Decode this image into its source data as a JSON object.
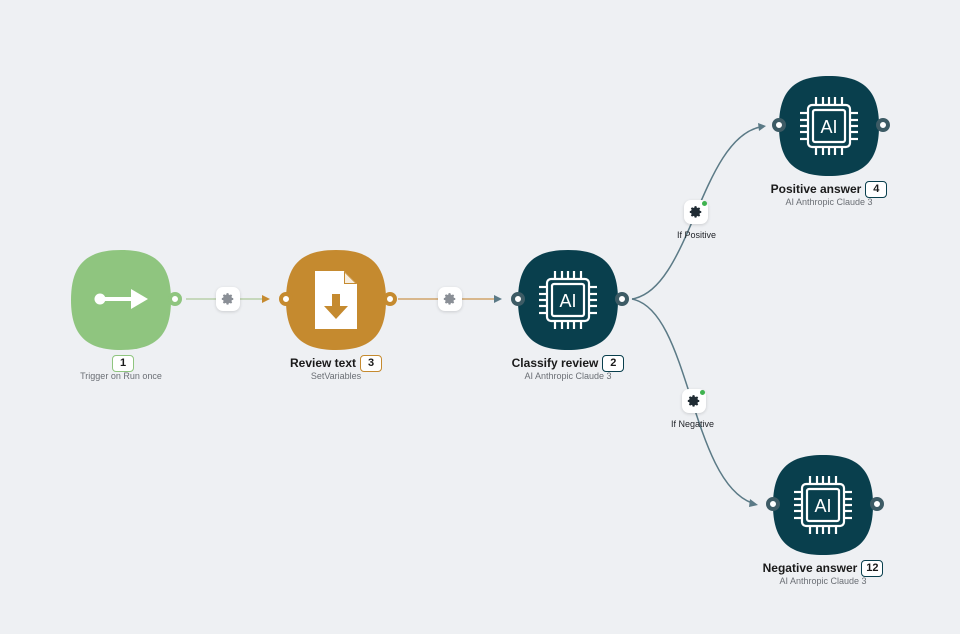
{
  "nodes": {
    "trigger": {
      "title": "",
      "badge": "1",
      "subtitle": "Trigger on Run once",
      "color": "#8fc57f",
      "icon": "arrow-right-icon"
    },
    "review": {
      "title": "Review text",
      "badge": "3",
      "subtitle": "SetVariables",
      "color": "#c58a2f",
      "icon": "document-download-icon"
    },
    "classify": {
      "title": "Classify review",
      "badge": "2",
      "subtitle": "AI Anthropic Claude 3",
      "color": "#093f4d",
      "icon": "ai-chip-icon",
      "icon_text": "AI"
    },
    "positive": {
      "title": "Positive answer",
      "badge": "4",
      "subtitle": "AI Anthropic Claude 3",
      "color": "#093f4d",
      "icon": "ai-chip-icon",
      "icon_text": "AI"
    },
    "negative": {
      "title": "Negative answer",
      "badge": "12",
      "subtitle": "AI Anthropic Claude 3",
      "color": "#093f4d",
      "icon": "ai-chip-icon",
      "icon_text": "AI"
    }
  },
  "routes": {
    "positive": {
      "label": "If Positive"
    },
    "negative": {
      "label": "If Negative"
    }
  },
  "colors": {
    "background": "#eef0f3",
    "link_green": "#8fc57f",
    "link_orange": "#c58a2f",
    "link_teal": "#5b7a86",
    "filter_active": "#3fb34f"
  }
}
